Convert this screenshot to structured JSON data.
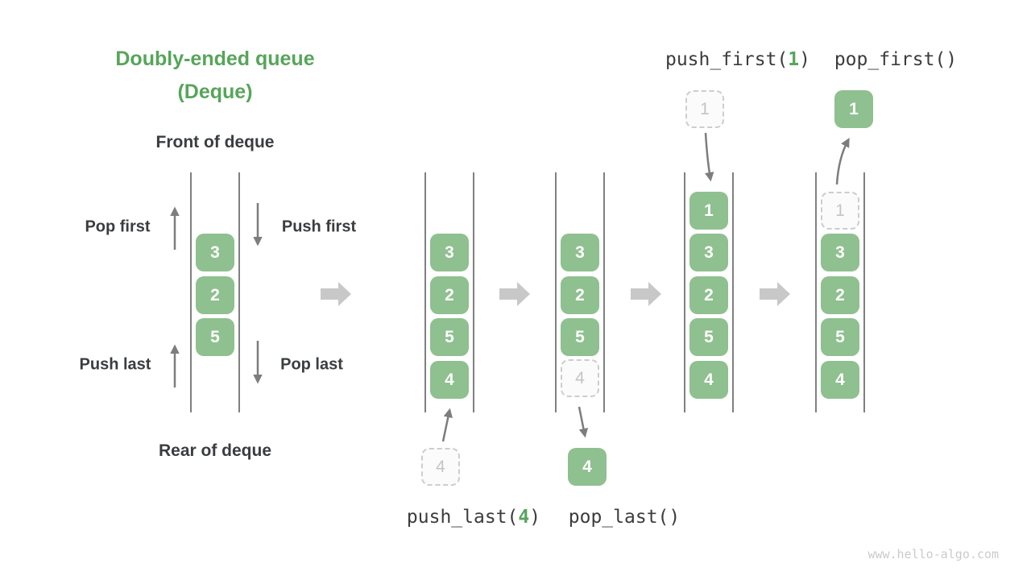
{
  "title": {
    "line1": "Doubly-ended queue",
    "line2": "(Deque)"
  },
  "left_diagram": {
    "front_label": "Front of deque",
    "rear_label": "Rear of deque",
    "pop_first_label": "Pop first",
    "push_first_label": "Push first",
    "push_last_label": "Push last",
    "pop_last_label": "Pop last",
    "cells": [
      "3",
      "2",
      "5"
    ]
  },
  "steps": [
    {
      "cells": [
        {
          "v": "3",
          "style": "solid"
        },
        {
          "v": "2",
          "style": "solid"
        },
        {
          "v": "5",
          "style": "solid"
        },
        {
          "v": "4",
          "style": "solid"
        }
      ]
    },
    {
      "cells": [
        {
          "v": "3",
          "style": "solid"
        },
        {
          "v": "2",
          "style": "solid"
        },
        {
          "v": "5",
          "style": "solid"
        },
        {
          "v": "4",
          "style": "dashed"
        }
      ]
    },
    {
      "cells": [
        {
          "v": "1",
          "style": "solid"
        },
        {
          "v": "3",
          "style": "solid"
        },
        {
          "v": "2",
          "style": "solid"
        },
        {
          "v": "5",
          "style": "solid"
        },
        {
          "v": "4",
          "style": "solid"
        }
      ]
    },
    {
      "cells": [
        {
          "v": "1",
          "style": "dashed"
        },
        {
          "v": "3",
          "style": "solid"
        },
        {
          "v": "2",
          "style": "solid"
        },
        {
          "v": "5",
          "style": "solid"
        },
        {
          "v": "4",
          "style": "solid"
        }
      ]
    }
  ],
  "floating": {
    "push_last_item": {
      "v": "4",
      "style": "dashed"
    },
    "pop_last_item": {
      "v": "4",
      "style": "solid"
    },
    "push_first_item": {
      "v": "1",
      "style": "dashed"
    },
    "pop_first_item": {
      "v": "1",
      "style": "solid"
    }
  },
  "operations": {
    "push_last": {
      "prefix": "push_last(",
      "arg": "4",
      "suffix": ")"
    },
    "pop_last": {
      "text": "pop_last()"
    },
    "push_first": {
      "prefix": "push_first(",
      "arg": "1",
      "suffix": ")"
    },
    "pop_first": {
      "text": "pop_first()"
    }
  },
  "watermark": "www.hello-algo.com",
  "colors": {
    "green_accent": "#57a55a",
    "green_box": "#8fc08f",
    "label_color": "#3a3d40",
    "code_color": "#3c3c3c",
    "wall_color": "#4a4a4a",
    "arrow_color": "#7d7d7d",
    "big_arrow_color": "#c8c8c8",
    "dashed_border": "#cdcdcd",
    "dashed_text": "#c4c4c4",
    "watermark_color": "#cbcbcb"
  }
}
